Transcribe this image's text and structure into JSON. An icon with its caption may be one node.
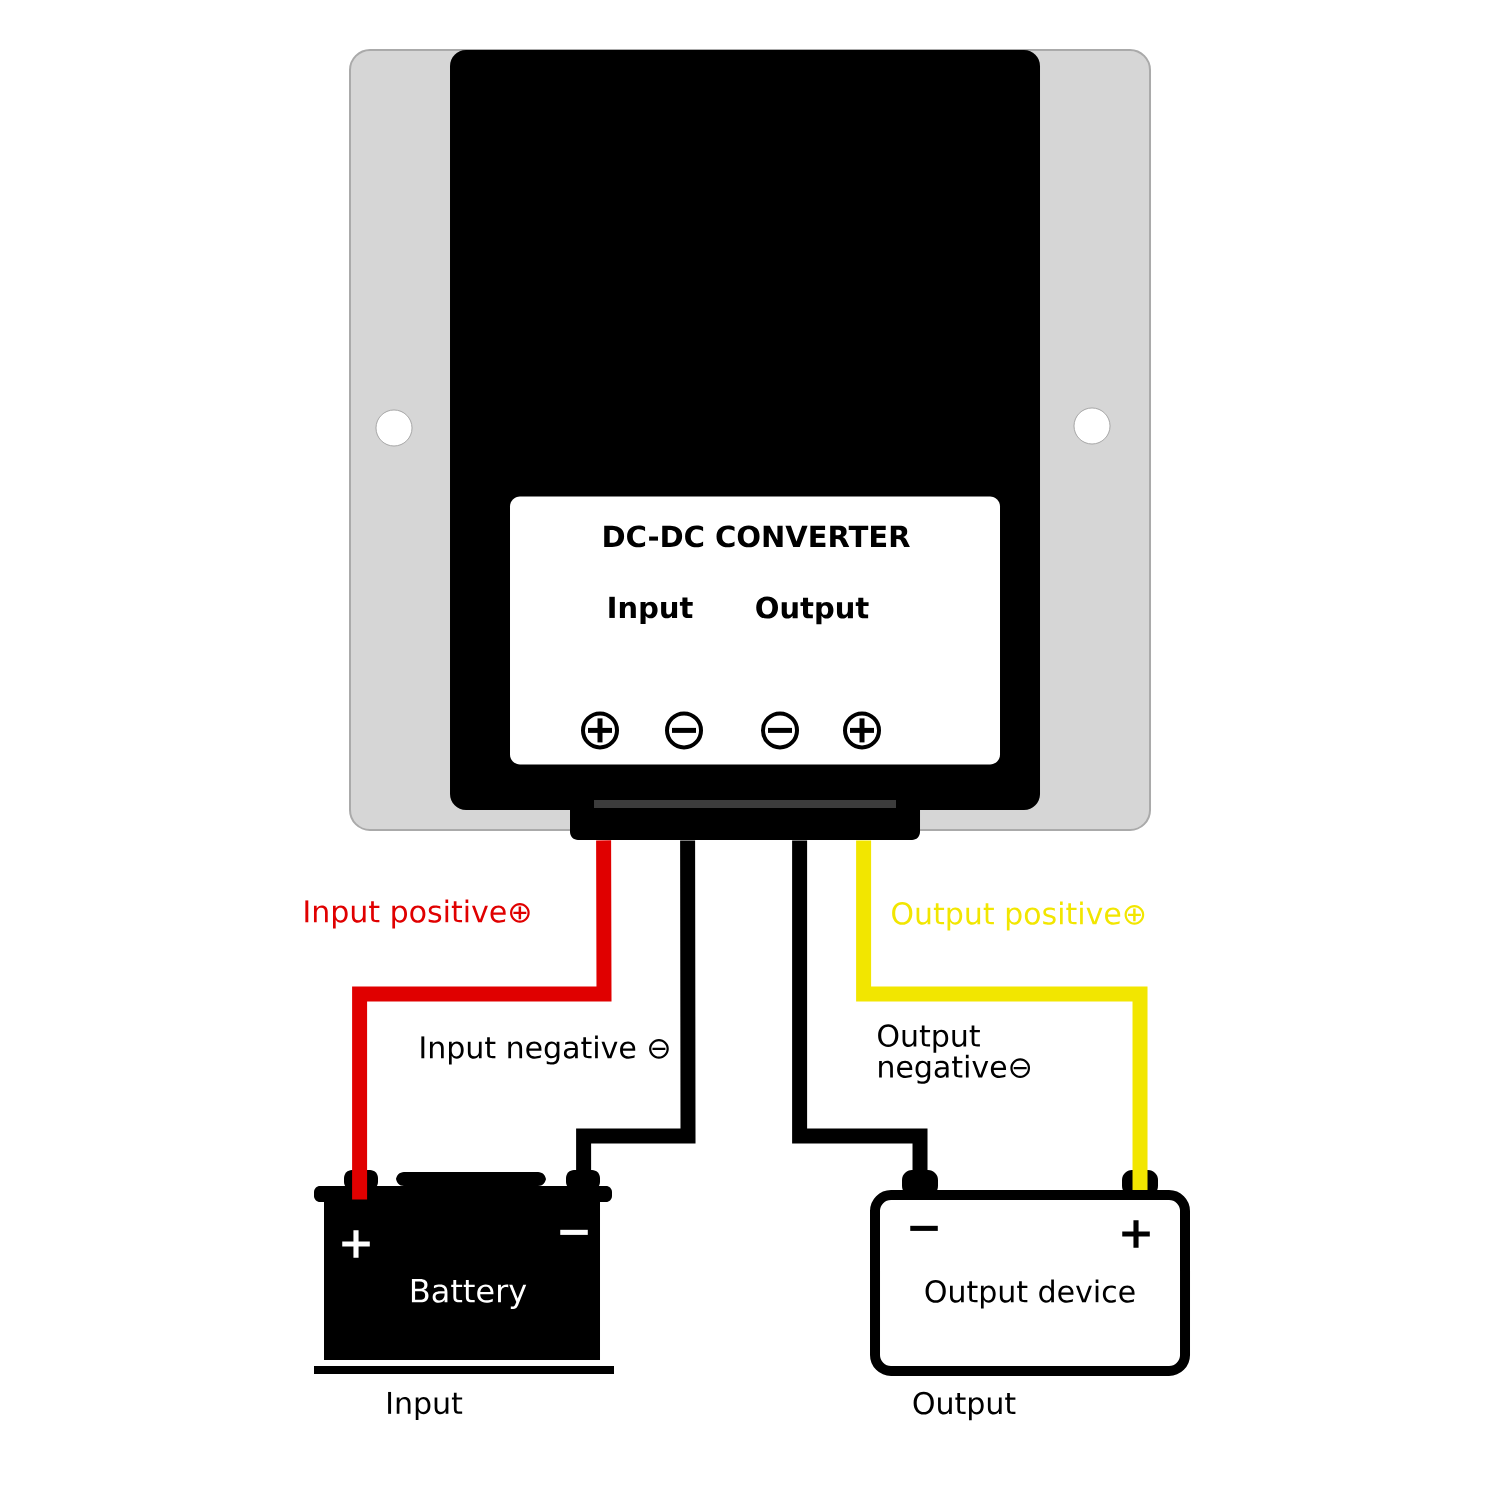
{
  "diagram": {
    "nodes": [
      {
        "text": [],
        "shape": "box"
      },
      {
        "text": [
          "DC-DC CONVERTER",
          "Input",
          "Output"
        ],
        "in": 0
      },
      {
        "text": [
          "+",
          "−",
          "Battery"
        ],
        "beside": [
          "Input"
        ]
      },
      {
        "text": [
          "−",
          "+",
          "Output device"
        ],
        "beside": [
          "Output"
        ]
      }
    ],
    "edges": [
      {
        "from": 2,
        "to": 0,
        "arrow": "none",
        "label": "Input positive⊕",
        "color": "#e00000"
      },
      {
        "from": 2,
        "to": 0,
        "arrow": "none",
        "label": "Input negative ⊖"
      },
      {
        "from": 0,
        "to": 3,
        "arrow": "none",
        "label": "Output negative⊖"
      },
      {
        "from": 0,
        "to": 3,
        "arrow": "none",
        "label": "Output positive⊕",
        "color": "#f2e600"
      }
    ]
  }
}
